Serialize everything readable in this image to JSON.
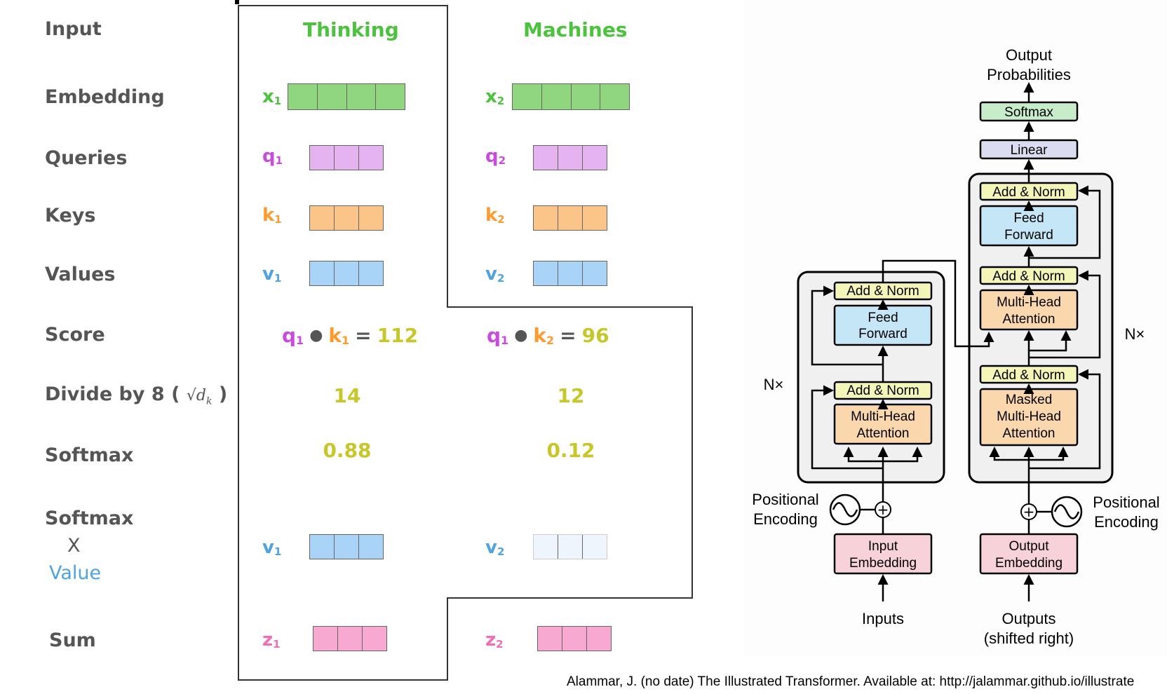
{
  "left_panel": {
    "row_labels": {
      "input": "Input",
      "embedding": "Embedding",
      "queries": "Queries",
      "keys": "Keys",
      "values": "Values",
      "score": "Score",
      "divide_prefix": "Divide by 8 (",
      "divide_sqrt": "√d",
      "divide_sqrt_sub": "k",
      "divide_suffix": ")",
      "softmax": "Softmax",
      "softmax_x": "Softmax",
      "x": "X",
      "value": "Value",
      "sum": "Sum"
    },
    "words": [
      "Thinking",
      "Machines"
    ],
    "vectors": {
      "x1": {
        "base": "x",
        "sub": "1",
        "color": "#4cc23f",
        "fill": "#8fd67f",
        "cells": 4
      },
      "x2": {
        "base": "x",
        "sub": "2",
        "color": "#4cc23f",
        "fill": "#8fd67f",
        "cells": 4
      },
      "q1": {
        "base": "q",
        "sub": "1",
        "color": "#c84bdd",
        "fill": "#e4b3f0",
        "cells": 3
      },
      "q2": {
        "base": "q",
        "sub": "2",
        "color": "#c84bdd",
        "fill": "#e4b3f0",
        "cells": 3
      },
      "k1": {
        "base": "k",
        "sub": "1",
        "color": "#ff9b2e",
        "fill": "#fbc58a",
        "cells": 3
      },
      "k2": {
        "base": "k",
        "sub": "2",
        "color": "#ff9b2e",
        "fill": "#fbc58a",
        "cells": 3
      },
      "v1": {
        "base": "v",
        "sub": "1",
        "color": "#4ea3e0",
        "fill": "#a9d3f7",
        "cells": 3
      },
      "v2": {
        "base": "v",
        "sub": "2",
        "color": "#4ea3e0",
        "fill": "#a9d3f7",
        "cells": 3
      },
      "v1b": {
        "base": "v",
        "sub": "1",
        "color": "#4ea3e0",
        "fill": "#a9d3f7",
        "cells": 3
      },
      "v2b": {
        "base": "v",
        "sub": "2",
        "color": "#4ea3e0",
        "fill": "#eef5fd",
        "cells": 3
      },
      "z1": {
        "base": "z",
        "sub": "1",
        "color": "#ef6fb4",
        "fill": "#f8a9d2",
        "cells": 3
      },
      "z2": {
        "base": "z",
        "sub": "2",
        "color": "#ef6fb4",
        "fill": "#f8a9d2",
        "cells": 3
      }
    },
    "scores": [
      {
        "q": "q",
        "q_sub": "1",
        "k": "k",
        "k_sub": "1",
        "eq": "=",
        "value": "112"
      },
      {
        "q": "q",
        "q_sub": "1",
        "k": "k",
        "k_sub": "2",
        "eq": "=",
        "value": "96"
      }
    ],
    "divided": [
      "14",
      "12"
    ],
    "softmax": [
      "0.88",
      "0.12"
    ]
  },
  "right_panel": {
    "output_probabilities": [
      "Output",
      "Probabilities"
    ],
    "softmax": "Softmax",
    "linear": "Linear",
    "add_norm": "Add & Norm",
    "feed_forward": [
      "Feed",
      "Forward"
    ],
    "multi_head_attention": [
      "Multi-Head",
      "Attention"
    ],
    "masked_attention": [
      "Masked",
      "Multi-Head",
      "Attention"
    ],
    "input_embedding": [
      "Input",
      "Embedding"
    ],
    "output_embedding": [
      "Output",
      "Embedding"
    ],
    "positional_encoding": [
      "Positional",
      "Encoding"
    ],
    "inputs": "Inputs",
    "outputs": [
      "Outputs",
      "(shifted right)"
    ],
    "nx": "N×",
    "plus": "+",
    "colors": {
      "softmax": "#c7ecc9",
      "linear": "#dcdcf0",
      "add_norm": "#f3f6b8",
      "feed_forward": "#c4e6f6",
      "attention": "#fbd7ae",
      "embedding": "#f7d2d8",
      "block_bg": "#f0f0f0"
    }
  },
  "citation": "Alammar, J. (no date) The Illustrated Transformer. Available at: http://jalammar.github.io/illustrate"
}
